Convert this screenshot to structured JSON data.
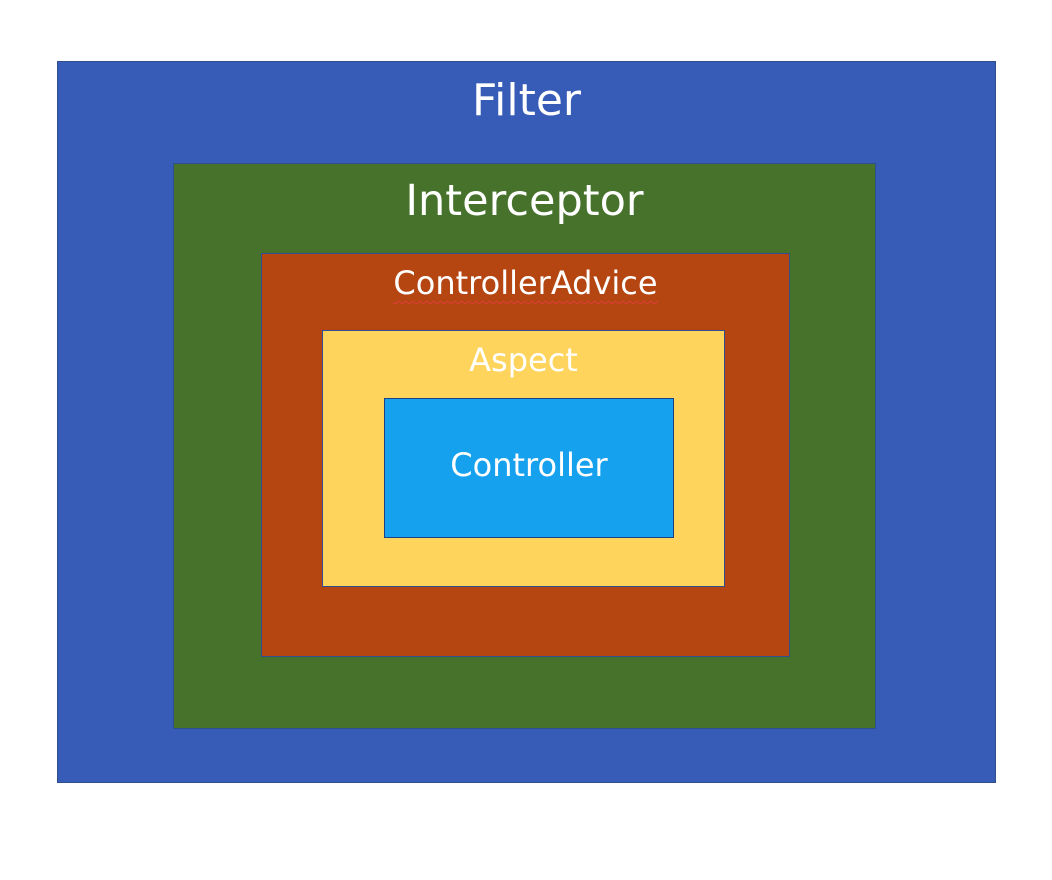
{
  "layers": {
    "filter": {
      "label": "Filter",
      "color": "#365cb8"
    },
    "interceptor": {
      "label": "Interceptor",
      "color": "#46722b"
    },
    "controller_advice": {
      "label": "ControllerAdvice",
      "color": "#b54612"
    },
    "aspect": {
      "label": "Aspect",
      "color": "#fed45c"
    },
    "controller": {
      "label": "Controller",
      "color": "#16a1ee"
    }
  }
}
